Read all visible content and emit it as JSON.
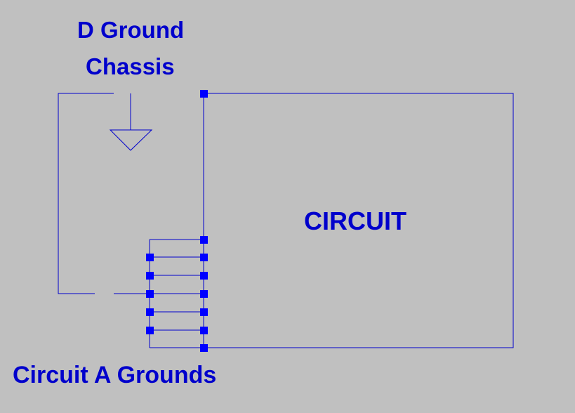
{
  "labels": {
    "title_line1": "D Ground",
    "title_line2": "Chassis",
    "circuit": "CIRCUIT",
    "grounds": "Circuit A Grounds"
  },
  "colors": {
    "background": "#c0c0c0",
    "wire": "#0000cc",
    "node": "#0000ff",
    "text": "#0000cc"
  },
  "icons": {
    "chassis_ground": "ground-triangle-icon"
  }
}
